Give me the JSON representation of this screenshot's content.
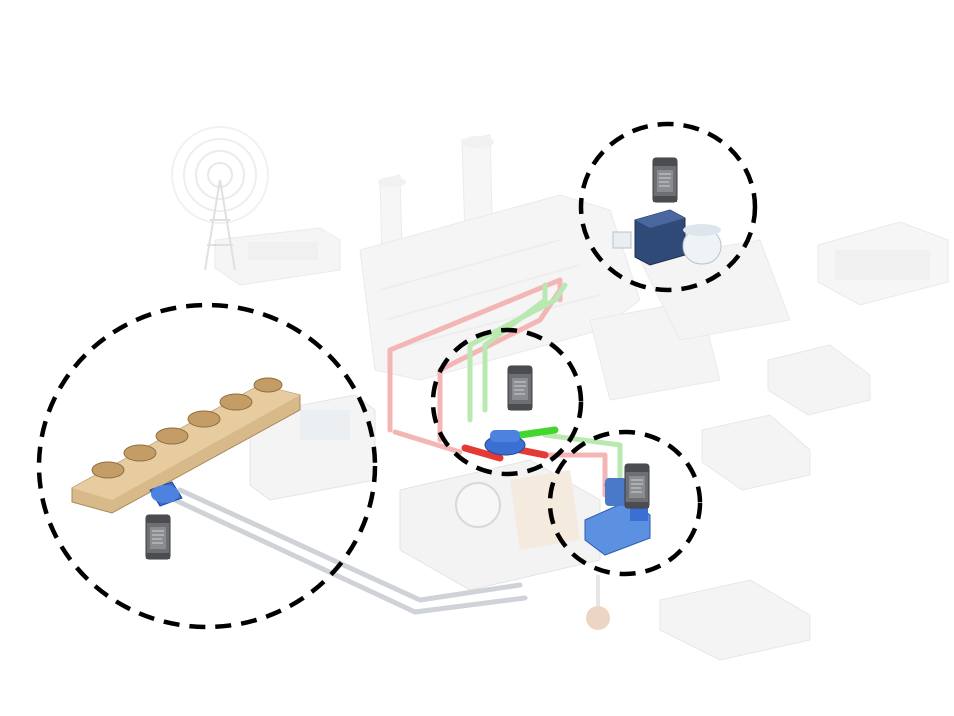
{
  "diagram": {
    "callouts": [
      {
        "id": "cooling-tower",
        "device": "sensor"
      },
      {
        "id": "pipe-junction",
        "device": "sensor"
      },
      {
        "id": "pump-motor",
        "device": "sensor"
      },
      {
        "id": "storage-tanks",
        "device": "sensor"
      }
    ],
    "colors": {
      "pipe_hot": "#e53935",
      "pipe_hot_faded": "#f4b5b5",
      "pipe_cold": "#43d62c",
      "pipe_cold_faded": "#b9e9b0",
      "pipe_grey": "#cfd3d8",
      "equipment_blue": "#3b6fd1",
      "cooling_tower": "#d8b98a",
      "sensor_body": "#6d6f72",
      "faded_structure": "#e6e6e6",
      "callout_stroke": "#000000"
    }
  }
}
